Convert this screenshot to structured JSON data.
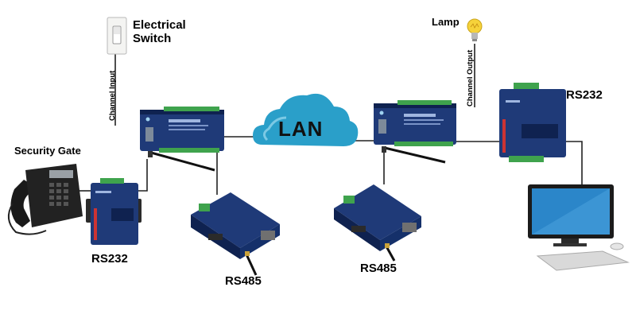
{
  "labels": {
    "electrical_switch_line1": "Electrical",
    "electrical_switch_line2": "Switch",
    "channel_input": "Channel Input",
    "lamp": "Lamp",
    "channel_output": "Channel Output",
    "lan": "LAN",
    "security_gate": "Security Gate",
    "rs232_left": "RS232",
    "rs485_left": "RS485",
    "rs485_right": "RS485",
    "rs232_right": "RS232"
  },
  "colors": {
    "device_body": "#1f3a78",
    "device_dark": "#0f2250",
    "terminal_green": "#3fa34d",
    "cloud_fill": "#2a9fc9",
    "line": "#222222",
    "monitor_screen": "#2b86c9",
    "lamp_bulb": "#f6d23a"
  },
  "icons": [
    "light-switch-icon",
    "light-bulb-icon",
    "desk-phone-icon",
    "router-icon",
    "serial-converter-icon",
    "cloud-icon",
    "computer-icon",
    "antenna-icon"
  ]
}
